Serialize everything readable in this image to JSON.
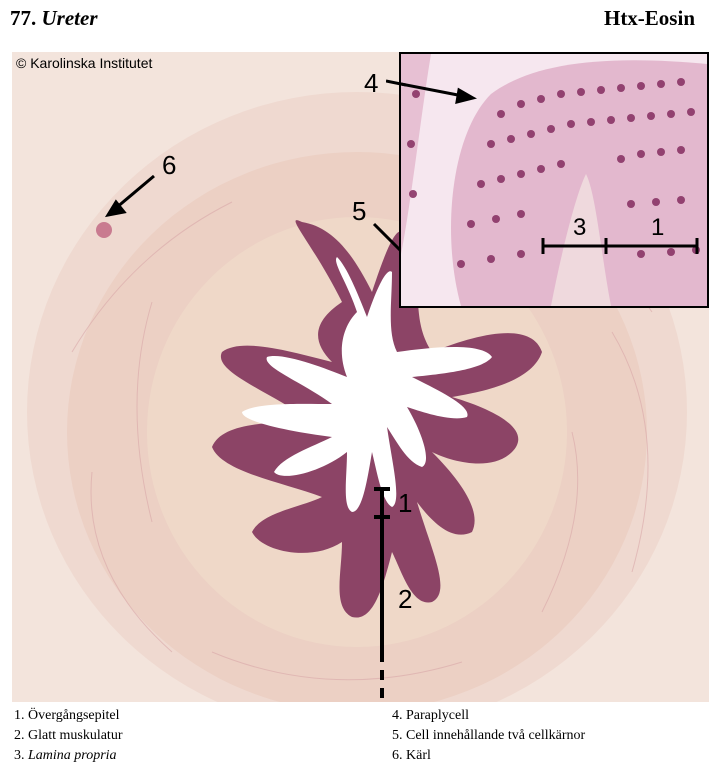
{
  "header": {
    "number": "77.",
    "title": "Ureter",
    "stain": "Htx-Eosin"
  },
  "copyright": "© Karolinska Institutet",
  "callouts": {
    "main": [
      "6",
      "1",
      "2"
    ],
    "inset": [
      "4",
      "5",
      "3",
      "1"
    ]
  },
  "legend": {
    "left": [
      {
        "num": "1.",
        "text": "Övergångsepitel",
        "italic": false
      },
      {
        "num": "2.",
        "text": "Glatt muskulatur",
        "italic": false
      },
      {
        "num": "3.",
        "text": "Lamina propria",
        "italic": true
      }
    ],
    "right": [
      {
        "num": "4.",
        "text": "Paraplycell",
        "italic": false
      },
      {
        "num": "5.",
        "text": "Cell innehållande två cellkärnor",
        "italic": false
      },
      {
        "num": "6.",
        "text": "Kärl",
        "italic": false
      }
    ]
  },
  "colors": {
    "background_tissue": "#f3e4dc",
    "stroma": "#ecd2c8",
    "epithelium": "#7a2a55",
    "nuclei": "#8a3566",
    "lumen": "#ffffff",
    "inset_bg": "#f6e7ef"
  }
}
